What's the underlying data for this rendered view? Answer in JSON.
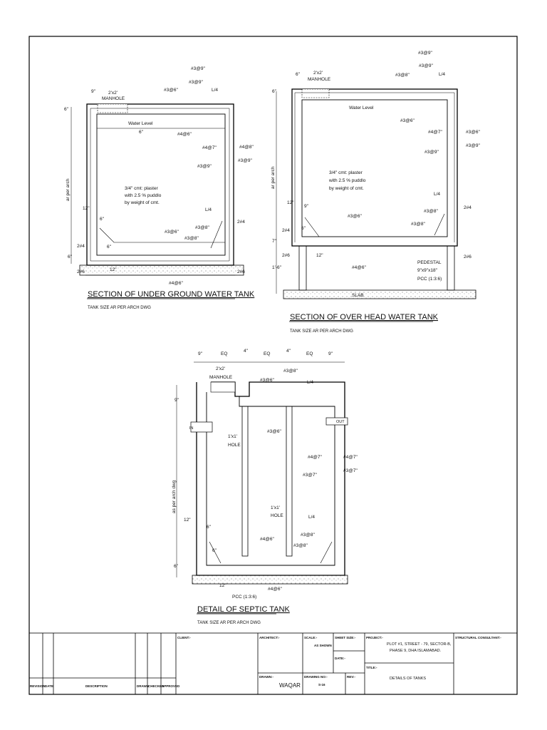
{
  "drawings": {
    "ug_tank": {
      "title": "SECTION OF UNDER GROUND WATER TANK",
      "subtitle": "TANK SIZE AR PER ARCH DWG",
      "manhole": "2'x2' MANHOLE",
      "water_level": "Water Level",
      "plaster_note": [
        "3/4\" cmt: plaster",
        "with 2.5 % puddlo",
        "by weight of cmt."
      ],
      "height_label": "ar per arch",
      "labels": {
        "a": "#3@9\"",
        "b": "#3@9\"",
        "c": "#3@6\"",
        "d": "L/4",
        "e": "#4@6\"",
        "f": "#4@7\"",
        "g": "#4@8\"",
        "h": "#3@9\"",
        "i": "#3@9\"",
        "j": "L/4",
        "k": "#3@6\"",
        "l": "#3@8\"",
        "m": "#3@8\"",
        "n": "2#4",
        "o": "2#4",
        "p": "#4@6\"",
        "q": "12\"",
        "r": "2#6",
        "s": "2#6",
        "t": "9\"",
        "u": "6\"",
        "v": "6\"",
        "w": "12\"",
        "x": "6\"",
        "y": "6\"",
        "z": "6\""
      }
    },
    "oh_tank": {
      "title": "SECTION OF OVER HEAD WATER TANK",
      "subtitle": "TANK SIZE AR PER ARCH DWG",
      "manhole": "2'x2' MANHOLE",
      "water_level": "Water Level",
      "plaster_note": [
        "3/4\" cmt: plaster",
        "with 2.5 % puddlo",
        "by weight of cmt."
      ],
      "height_label": "ar per arch",
      "pedestal": [
        "PEDESTAL",
        "9\"x9\"x18\"",
        "PCC  (1:3:6)"
      ],
      "slab": "SLAB",
      "labels": {
        "a": "#3@9\"",
        "b": "#3@9\"",
        "c": "#3@8\"",
        "d": "L/4",
        "e": "#3@6\"",
        "f": "#4@7\"",
        "g": "#3@6\"",
        "h": "#3@9\"",
        "i": "#3@9\"",
        "j": "L/4",
        "k": "#3@6\"",
        "l": "#3@8\"",
        "m": "#3@8\"",
        "n": "2#4",
        "o": "2#4",
        "p": "#4@6\"",
        "q": "12\"",
        "r": "2#6",
        "s": "2#6",
        "t": "6\"",
        "u": "9\"",
        "v": "6\"",
        "w": "12\"",
        "x": "7\"",
        "y": "1'-6\"",
        "z": "6\""
      }
    },
    "septic_tank": {
      "title": "DETAIL OF SEPTIC TANK",
      "subtitle": "TANK SIZE AR PER ARCH DWG",
      "manhole": "2'x2' MANHOLE",
      "hole1": "1'x1' HOLE",
      "hole2": "1'x1' HOLE",
      "in": "IN",
      "out": "OUT",
      "height_label": "as per arch dwg",
      "pcc": "PCC  (1:3:6)",
      "dims": {
        "w1": "9\"",
        "eq1": "EQ",
        "w2": "4\"",
        "eq2": "EQ",
        "w3": "4\"",
        "eq3": "EQ",
        "w4": "9\""
      },
      "labels": {
        "a": "#3@8\"",
        "b": "#3@6\"",
        "c": "L/4",
        "d": "#3@6\"",
        "e": "#4@7\"",
        "f": "#4@7\"",
        "g": "#3@7\"",
        "h": "#3@7\"",
        "i": "L/4",
        "j": "#3@8\"",
        "k": "#3@8\"",
        "l": "#4@6\"",
        "m": "#4@6\"",
        "n": "12\"",
        "o": "6\"",
        "p": "12\"",
        "q": "6\"",
        "r": "9\"",
        "s": "6\""
      }
    }
  },
  "title_block": {
    "revision": "REVISION",
    "date": "DATE",
    "description": "DESCRIPTION",
    "drawn": "DRAWN",
    "checked": "CHECKED",
    "approved": "APPROVED",
    "client": "CLIENT:-",
    "architect": "ARCHITECT:-",
    "scale": "SCALE:-",
    "scale_value": "AS SHOWN",
    "sheet_size": "SHEET SIZE:-",
    "date_label": "DATE:-",
    "drawn_by_label": "DRAWN:-",
    "drawn_by": "WAQAR",
    "drawing_no_label": "DRAWING NO:-",
    "drawing_no": "S-16",
    "rev_label": "REV:-",
    "project_label": "PROJECT:-",
    "project_line1": "PLOT #1,  STREET - 79, SECTOR-B,",
    "project_line2": "PHASE 9, DHA ISLAMABAD.",
    "title_label": "TITLE:-",
    "title_value": "DETAILS OF TANKS",
    "structural": "STRUCTURAL CONSULTANT:-"
  }
}
